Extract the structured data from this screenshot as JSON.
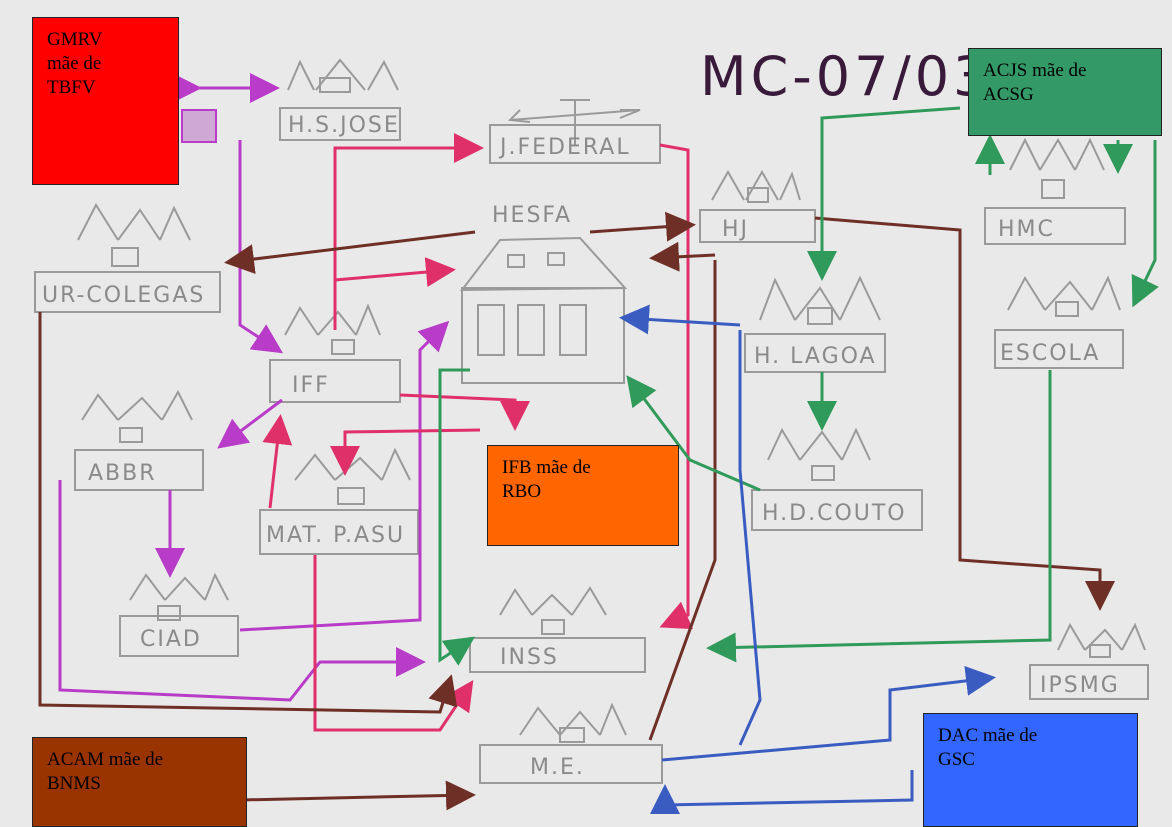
{
  "title": "MC-07/03",
  "nodes": {
    "hs_jose": "H.S.JOSE",
    "j_federal": "J.FEDERAL",
    "hesfa": "HESFA",
    "hj": "HJ",
    "hmc": "HMC",
    "ur_colegas": "UR-COLEGAS",
    "iff": "IFF",
    "h_lagoa": "H. LAGOA",
    "escola": "ESCOLA",
    "abbr": "ABBR",
    "mat_pasu": "MAT. P.ASU",
    "h_d_couto": "H.D.COUTO",
    "ciad": "CIAD",
    "inss": "INSS",
    "ipsmg": "IPSMG",
    "me": "M.E."
  },
  "notes": {
    "gmrv": {
      "text": "GMRV\nmãe de\nTBFV",
      "bg": "#ff0000"
    },
    "acjs": {
      "text": "ACJS mãe de\nACSG",
      "bg": "#339966"
    },
    "ifb": {
      "text": "IFB mãe de\nRBO",
      "bg": "#ff6600"
    },
    "acam": {
      "text": "ACAM mãe de\nBNMS",
      "bg": "#993300"
    },
    "dac": {
      "text": "DAC mãe de\nGSC",
      "bg": "#3366ff"
    }
  },
  "colors": {
    "magenta": "#b83cc8",
    "pink": "#e0306a",
    "brown": "#6e3026",
    "green": "#2f9a5a",
    "blue": "#3a5cc0",
    "pencil": "#9a9a9a"
  }
}
